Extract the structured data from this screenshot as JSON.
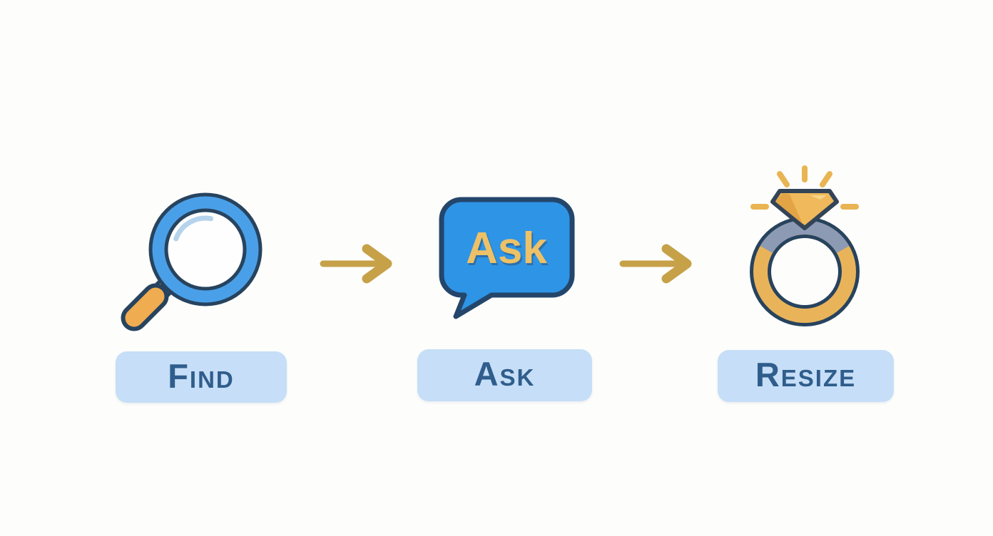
{
  "diagram_title": "find-ask-resize-flow",
  "steps": [
    {
      "id": "find",
      "icon": "magnifying-glass-icon",
      "label": "Find"
    },
    {
      "id": "ask",
      "icon": "speech-bubble-icon",
      "label": "Ask",
      "bubble_text": "Ask"
    },
    {
      "id": "resize",
      "icon": "diamond-ring-icon",
      "label": "Resize"
    }
  ],
  "arrows": [
    {
      "icon": "arrow-right-icon"
    },
    {
      "icon": "arrow-right-icon"
    }
  ],
  "colors": {
    "background": "#fdfdfb",
    "outline_navy": "#27435e",
    "magnifier_blue": "#4aa0e8",
    "handle_orange": "#f0ac50",
    "ferrule_gray": "#a9adb3",
    "bubble_blue": "#2e94e6",
    "bubble_text_gold": "#edc167",
    "ring_gold": "#e9b459",
    "ring_slate": "#8d9ab3",
    "diamond_gold": "#f0b95b",
    "arrow_gold": "#c6a148",
    "pill_background": "#c6def7",
    "pill_text": "#2f5d8c"
  }
}
